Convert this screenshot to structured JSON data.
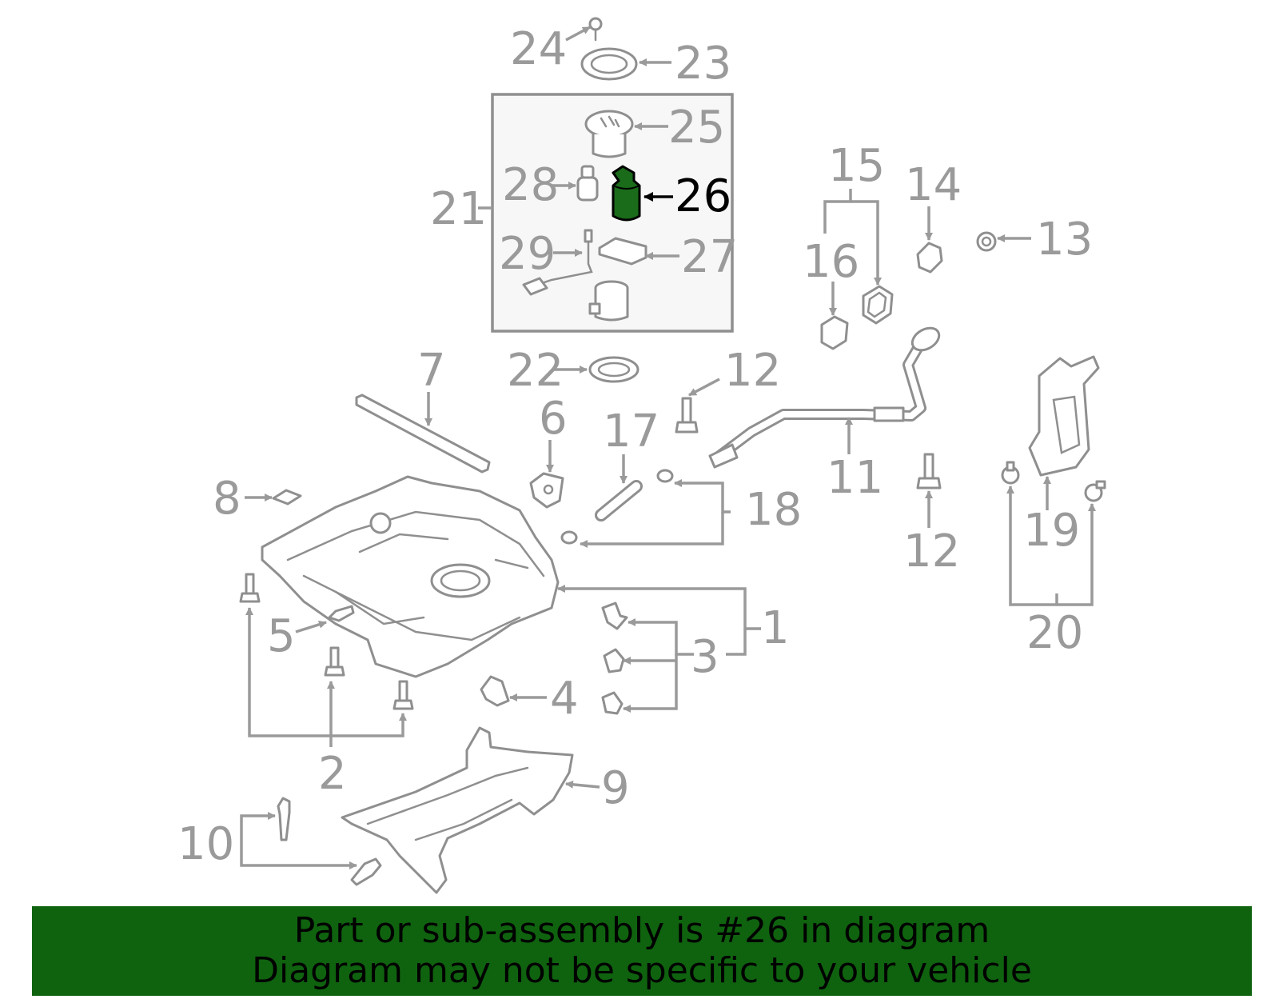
{
  "callouts": {
    "c1": "1",
    "c2": "2",
    "c3": "3",
    "c4": "4",
    "c5": "5",
    "c6": "6",
    "c7": "7",
    "c8": "8",
    "c9": "9",
    "c10": "10",
    "c11": "11",
    "c12a": "12",
    "c12b": "12",
    "c13": "13",
    "c14": "14",
    "c15": "15",
    "c16": "16",
    "c17": "17",
    "c18": "18",
    "c19": "19",
    "c20": "20",
    "c21": "21",
    "c22": "22",
    "c23": "23",
    "c24": "24",
    "c25": "25",
    "c26": "26",
    "c27": "27",
    "c28": "28",
    "c29": "29"
  },
  "highlight": {
    "part": "26",
    "color": "#1a6b1a"
  },
  "banner": {
    "line1": "Part or sub-assembly is #26 in diagram",
    "line2": "Diagram may not be specific to your vehicle",
    "background": "#0f630f"
  }
}
